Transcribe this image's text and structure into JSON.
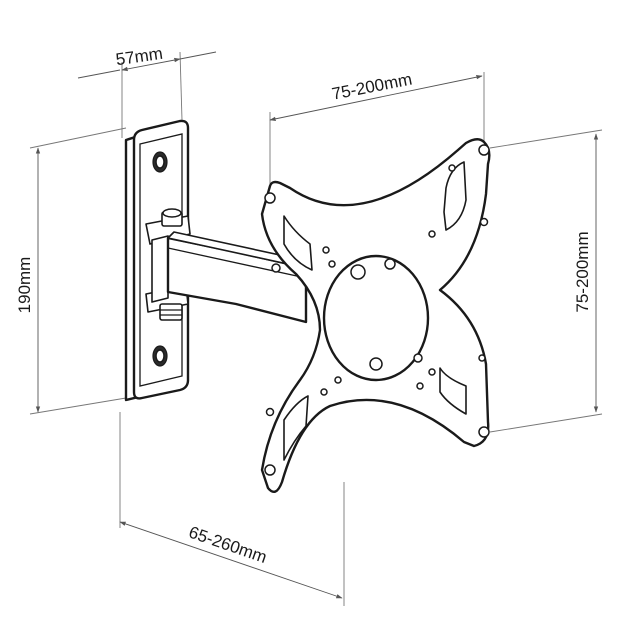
{
  "dimensions": {
    "plate_depth": "57mm",
    "vesa_horizontal": "75-200mm",
    "vesa_vertical": "75-200mm",
    "plate_height": "190mm",
    "arm_extension": "65-260mm"
  },
  "colors": {
    "line": "#1a1a1a",
    "dimension_line": "#555555",
    "background": "#ffffff"
  }
}
